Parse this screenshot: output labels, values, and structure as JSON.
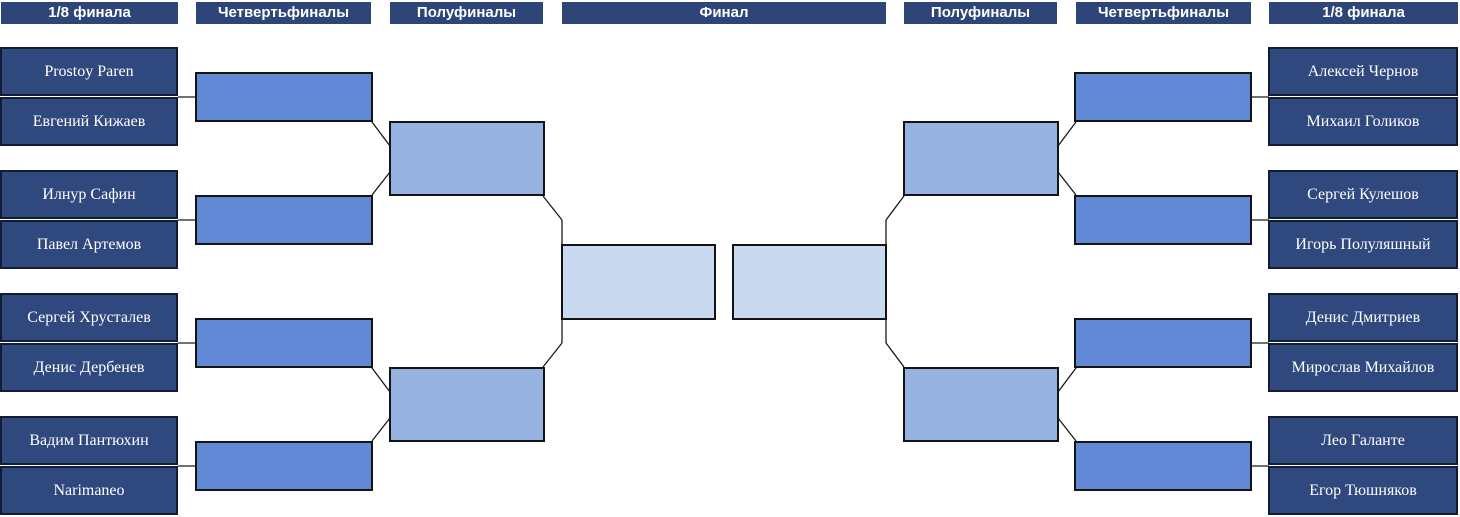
{
  "headers": {
    "r16_left": "1/8 финала",
    "qf_left": "Четвертьфиналы",
    "sf_left": "Полуфиналы",
    "final": "Финал",
    "sf_right": "Полуфиналы",
    "qf_right": "Четвертьфиналы",
    "r16_right": "1/8 финала"
  },
  "left_players": [
    "Prostoy Paren",
    "Евгений Кижаев",
    "Илнур Сафин",
    "Павел Артемов",
    "Сергей Хрусталев",
    "Денис Дербенев",
    "Вадим Пантюхин",
    "Narimaneo"
  ],
  "right_players": [
    "Алексей Чернов",
    "Михаил Голиков",
    "Сергей Кулешов",
    "Игорь Полуляшный",
    "Денис Дмитриев",
    "Мирослав Михайлов",
    "Лео Галанте",
    "Егор Тюшняков"
  ],
  "colors": {
    "header": "#2e4577",
    "player_box": "#2f487e",
    "quarterfinal_box": "#6088d4",
    "semifinal_box": "#95b2e0",
    "final_box": "#c8d9f0"
  }
}
